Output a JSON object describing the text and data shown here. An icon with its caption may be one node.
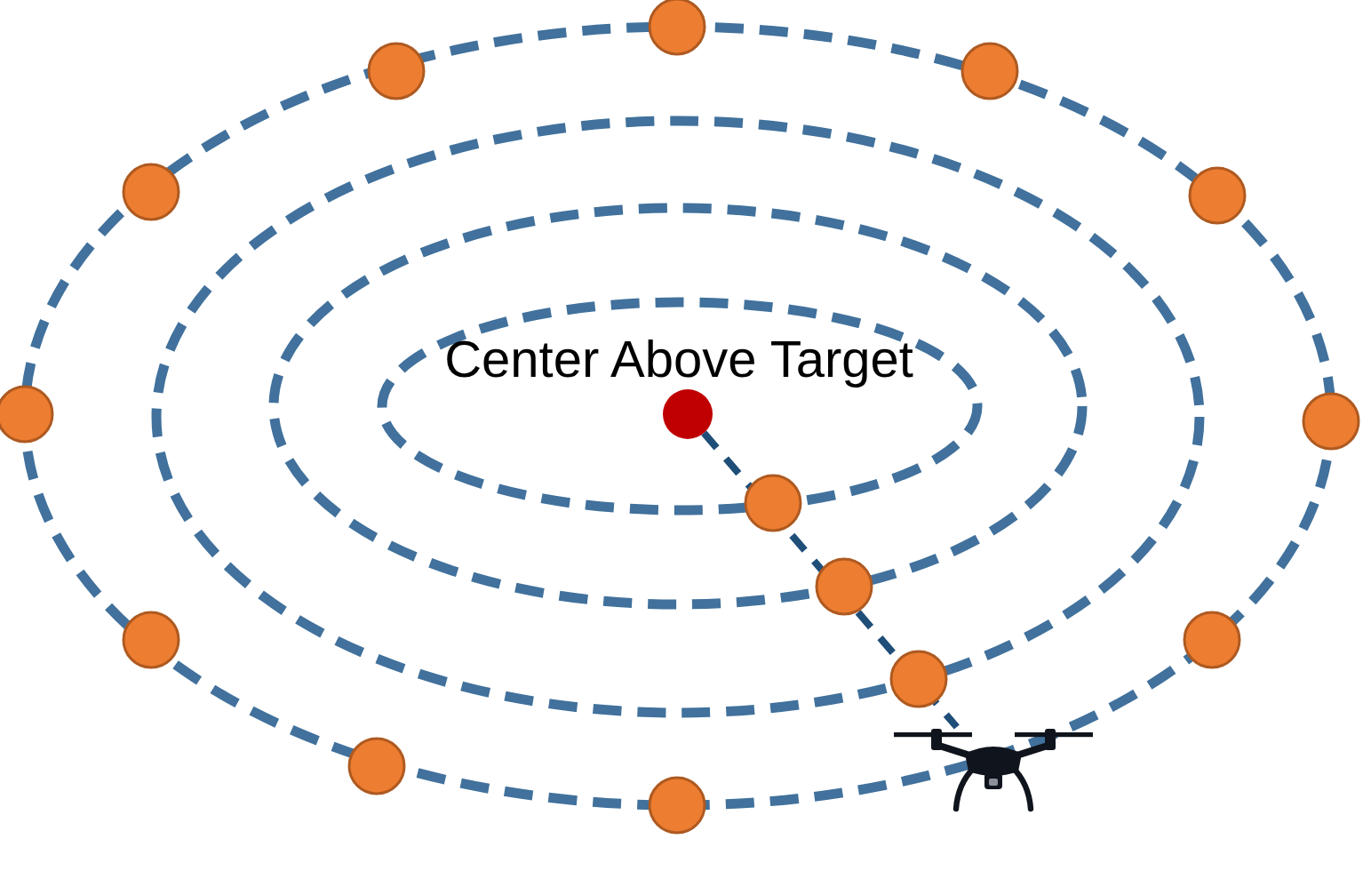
{
  "diagram": {
    "nodes": [
      {
        "text": [
          "Center Above Target"
        ]
      },
      {
        "text": [],
        "shape": "picture"
      }
    ],
    "edges": [
      {
        "from": 0,
        "to": 1,
        "arrow": "none",
        "style": "dashed"
      }
    ]
  }
}
